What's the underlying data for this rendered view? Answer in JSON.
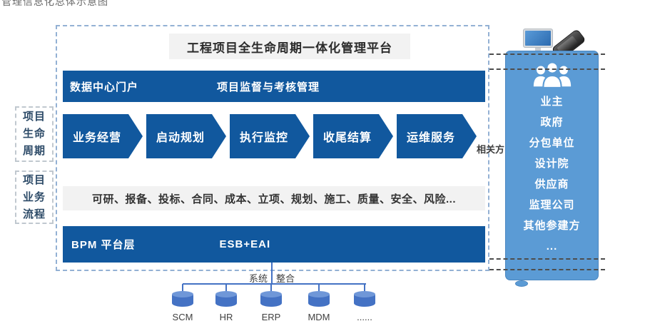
{
  "caption": "管理信息化总体示意图",
  "platform": {
    "title": "工程项目全生命周期一体化管理平台",
    "portal": {
      "left": "数据中心门户",
      "right": "项目监督与考核管理"
    },
    "lifecycle_stages": [
      "业务经营",
      "启动规划",
      "执行监控",
      "收尾结算",
      "运维服务"
    ],
    "process_text": "可研、报备、投标、合同、成本、立项、规划、施工、质量、安全、风险...",
    "bpm": {
      "left": "BPM  平台层",
      "right": "ESB+EAI"
    }
  },
  "side_labels": [
    {
      "lines": [
        "项目",
        "生命",
        "周期"
      ]
    },
    {
      "lines": [
        "项目",
        "业务",
        "流程"
      ]
    }
  ],
  "stakeholders": {
    "label": "相关方",
    "items": [
      "业主",
      "政府",
      "分包单位",
      "设计院",
      "供应商",
      "监理公司",
      "其他参建方",
      "..."
    ]
  },
  "integration": {
    "label_left": "系统",
    "label_right": "整合",
    "systems": [
      "SCM",
      "HR",
      "ERP",
      "MDM",
      "......"
    ]
  },
  "icons": {
    "desktop": "desktop-computer-icon",
    "phone": "smartphone-icon",
    "group": "stakeholders-group-icon",
    "database": "database-cylinder-icon"
  },
  "colors": {
    "deep_blue": "#11589e",
    "panel_blue": "#5b9bd5",
    "system_blue": "#4472c4",
    "strip_gray": "#f2f2f2"
  }
}
